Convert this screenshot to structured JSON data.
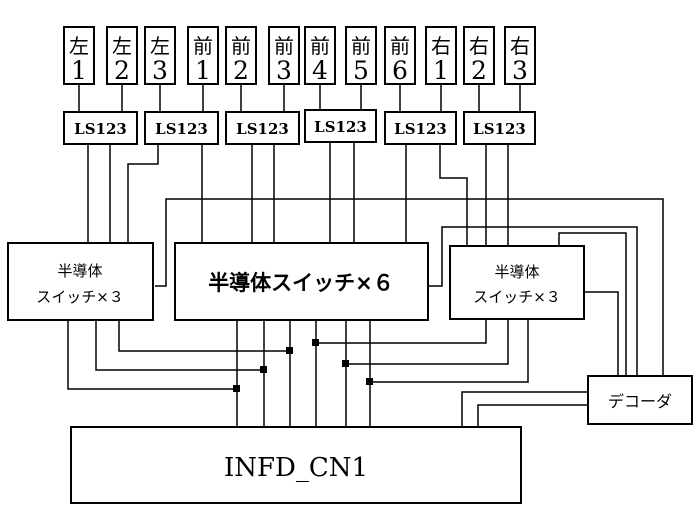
{
  "sensors": [
    {
      "top": "左",
      "bottom": "1"
    },
    {
      "top": "左",
      "bottom": "2"
    },
    {
      "top": "左",
      "bottom": "3"
    },
    {
      "top": "前",
      "bottom": "1"
    },
    {
      "top": "前",
      "bottom": "2"
    },
    {
      "top": "前",
      "bottom": "3"
    },
    {
      "top": "前",
      "bottom": "4"
    },
    {
      "top": "前",
      "bottom": "5"
    },
    {
      "top": "前",
      "bottom": "6"
    },
    {
      "top": "右",
      "bottom": "1"
    },
    {
      "top": "右",
      "bottom": "2"
    },
    {
      "top": "右",
      "bottom": "3"
    }
  ],
  "ls_label": "LS123",
  "switch_left": {
    "line1": "半導体",
    "line2": "スイッチ×３"
  },
  "switch_center": {
    "label": "半導体スイッチ×６"
  },
  "switch_right": {
    "line1": "半導体",
    "line2": "スイッチ×３"
  },
  "decoder": {
    "label": "デコーダ"
  },
  "connector": {
    "label": "INFD_CN1"
  }
}
